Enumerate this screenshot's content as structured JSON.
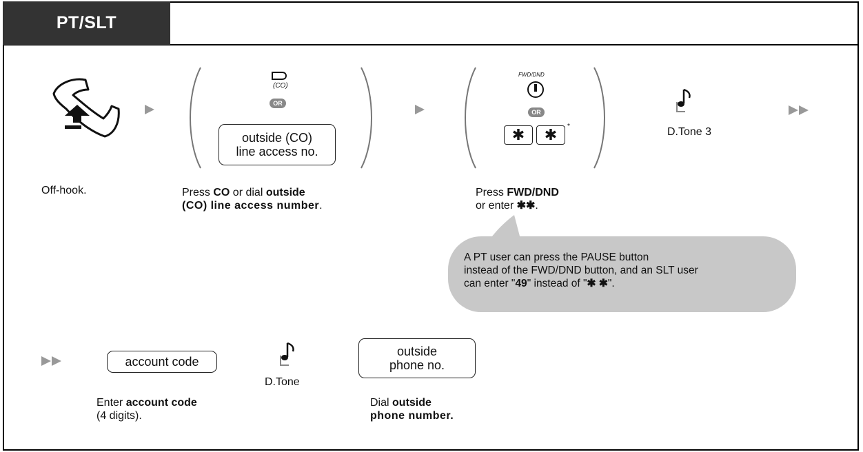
{
  "header": {
    "tab_label": "PT/SLT"
  },
  "row1": {
    "step1": {
      "caption": "Off-hook."
    },
    "step2": {
      "co_button_label": "(CO)",
      "or_label": "OR",
      "box_line1": "outside (CO)",
      "box_line2": "line access no.",
      "caption_pre": "Press ",
      "caption_bold1": "CO",
      "caption_mid": " or dial ",
      "caption_bold2": "outside",
      "caption_line2": "(CO) line access number",
      "caption_end": "."
    },
    "step3": {
      "button_label": "FWD/DND",
      "or_label": "OR",
      "key1": "✱",
      "key2": "✱",
      "footnote_mark": "*",
      "caption_pre": "Press ",
      "caption_bold": "FWD/DND",
      "caption_line2_pre": "or enter ",
      "caption_line2_symbols": "✱✱",
      "caption_end": "."
    },
    "step4": {
      "tone_label": "D.Tone 3"
    }
  },
  "note": {
    "line1": "A PT user can press the PAUSE button",
    "line2": "instead of the FWD/DND button, and an SLT user",
    "line3_pre": "can enter \"",
    "line3_bold": "49",
    "line3_mid": "\" instead of \"",
    "line3_symbols": "✱ ✱",
    "line3_end": "\"."
  },
  "row2": {
    "step5": {
      "box_label": "account code",
      "caption_pre": "Enter ",
      "caption_bold": "account code",
      "caption_line2": "(4 digits)."
    },
    "step6": {
      "tone_label": "D.Tone"
    },
    "step7": {
      "box_line1": "outside",
      "box_line2": "phone no.",
      "caption_pre": "Dial ",
      "caption_bold": "outside",
      "caption_line2": "phone number."
    }
  },
  "colors": {
    "tab_bg": "#333333",
    "bubble_bg": "#c8c8c8",
    "arrow": "#999999",
    "or_pill": "#888888"
  }
}
